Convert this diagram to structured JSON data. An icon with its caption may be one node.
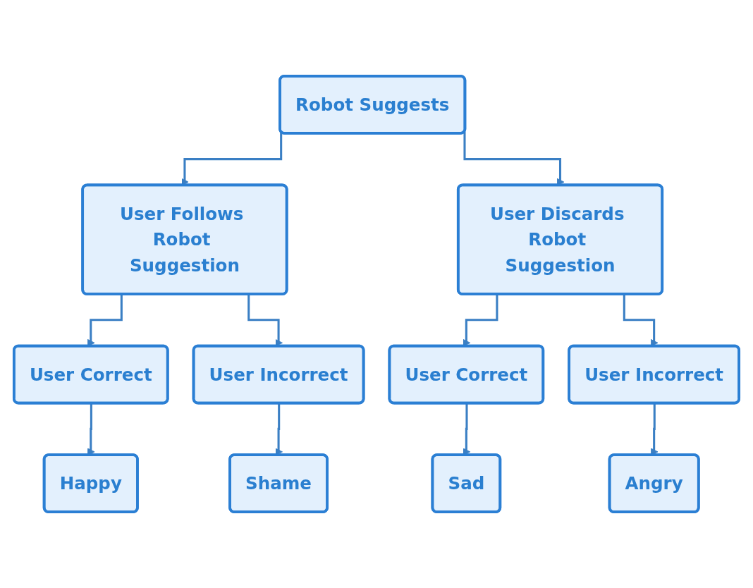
{
  "diagram": {
    "nodes": [
      {
        "text": [
          "Robot Suggests"
        ]
      },
      {
        "text": [
          "User Follows Robot Suggestion"
        ]
      },
      {
        "text": [
          "User Discards Robot Suggestion"
        ]
      },
      {
        "text": [
          "User Correct"
        ]
      },
      {
        "text": [
          "User Incorrect"
        ]
      },
      {
        "text": [
          "User Correct"
        ]
      },
      {
        "text": [
          "User Incorrect"
        ]
      },
      {
        "text": [
          "Happy"
        ]
      },
      {
        "text": [
          "Shame"
        ]
      },
      {
        "text": [
          "Sad"
        ]
      },
      {
        "text": [
          "Angry"
        ]
      }
    ],
    "edges": [
      {
        "from": 0,
        "to": 1,
        "arrow": "to"
      },
      {
        "from": 0,
        "to": 2,
        "arrow": "to"
      },
      {
        "from": 1,
        "to": 3,
        "arrow": "to"
      },
      {
        "from": 1,
        "to": 4,
        "arrow": "to"
      },
      {
        "from": 2,
        "to": 5,
        "arrow": "to"
      },
      {
        "from": 2,
        "to": 6,
        "arrow": "to"
      },
      {
        "from": 3,
        "to": 7,
        "arrow": "to"
      },
      {
        "from": 4,
        "to": 8,
        "arrow": "to"
      },
      {
        "from": 5,
        "to": 9,
        "arrow": "to"
      },
      {
        "from": 6,
        "to": 10,
        "arrow": "to"
      }
    ]
  }
}
